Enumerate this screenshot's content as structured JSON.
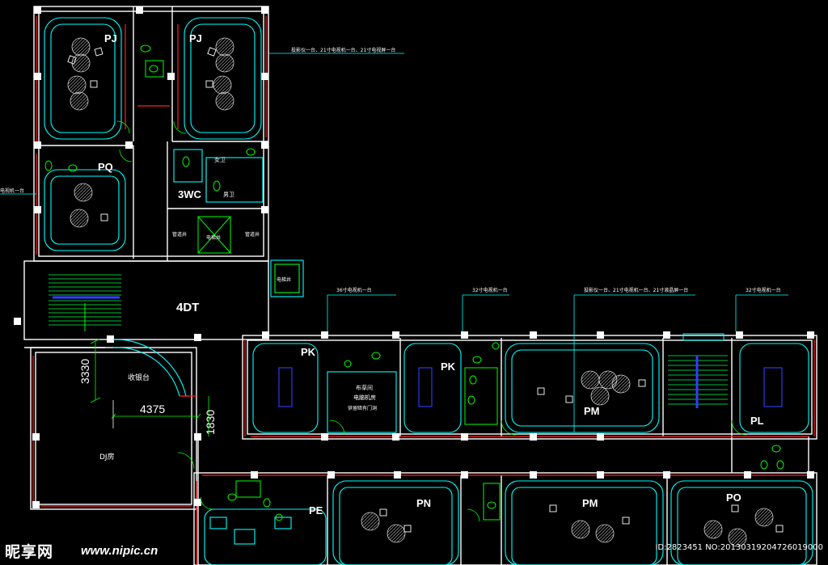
{
  "rooms": {
    "pj_left": "PJ",
    "pj_right": "PJ",
    "pq": "PQ",
    "wc": "3WC",
    "dt": "4DT",
    "pk_left": "PK",
    "pk_right": "PK",
    "pm_top": "PM",
    "pl": "PL",
    "pe": "PE",
    "pn": "PN",
    "pm_bottom": "PM",
    "po": "PO",
    "dj": "DJ房",
    "reception": "收银台",
    "female_wc": "女卫",
    "male_wc": "男卫",
    "pipe_left": "管道井",
    "pipe_right": "管道井",
    "elevator": "电梯井",
    "elevator_2": "电梯井",
    "machine_room_1": "布草间",
    "machine_room_2": "电脑机房",
    "machine_room_3": "供留暗有门洞"
  },
  "dimensions": {
    "d3330": "3330",
    "d4375": "4375",
    "d1830": "1830"
  },
  "notes": {
    "n1": "投影仪一台、21寸电视机一台、21寸电视屏一台",
    "n2": "电视机一台",
    "n3": "36寸电视机一台",
    "n4": "32寸电视机一台",
    "n5": "投影仪一台、21寸电视机一台、21寸液晶屏一台",
    "n6": "32寸电视机一台"
  },
  "watermark": {
    "logo": "昵享网",
    "url": "www.nipic.cn",
    "id": "ID:2823451 NO:20130319204726019000"
  },
  "colors": {
    "background": "#000000",
    "walls": "#ffffff",
    "outer_wall_fill": "#ff2020",
    "furniture": "#00ffff",
    "fixtures": "#00ff00",
    "stairs": "#00ff44",
    "stair_rail": "#3040ff",
    "leader_lines": "#00ffff"
  }
}
